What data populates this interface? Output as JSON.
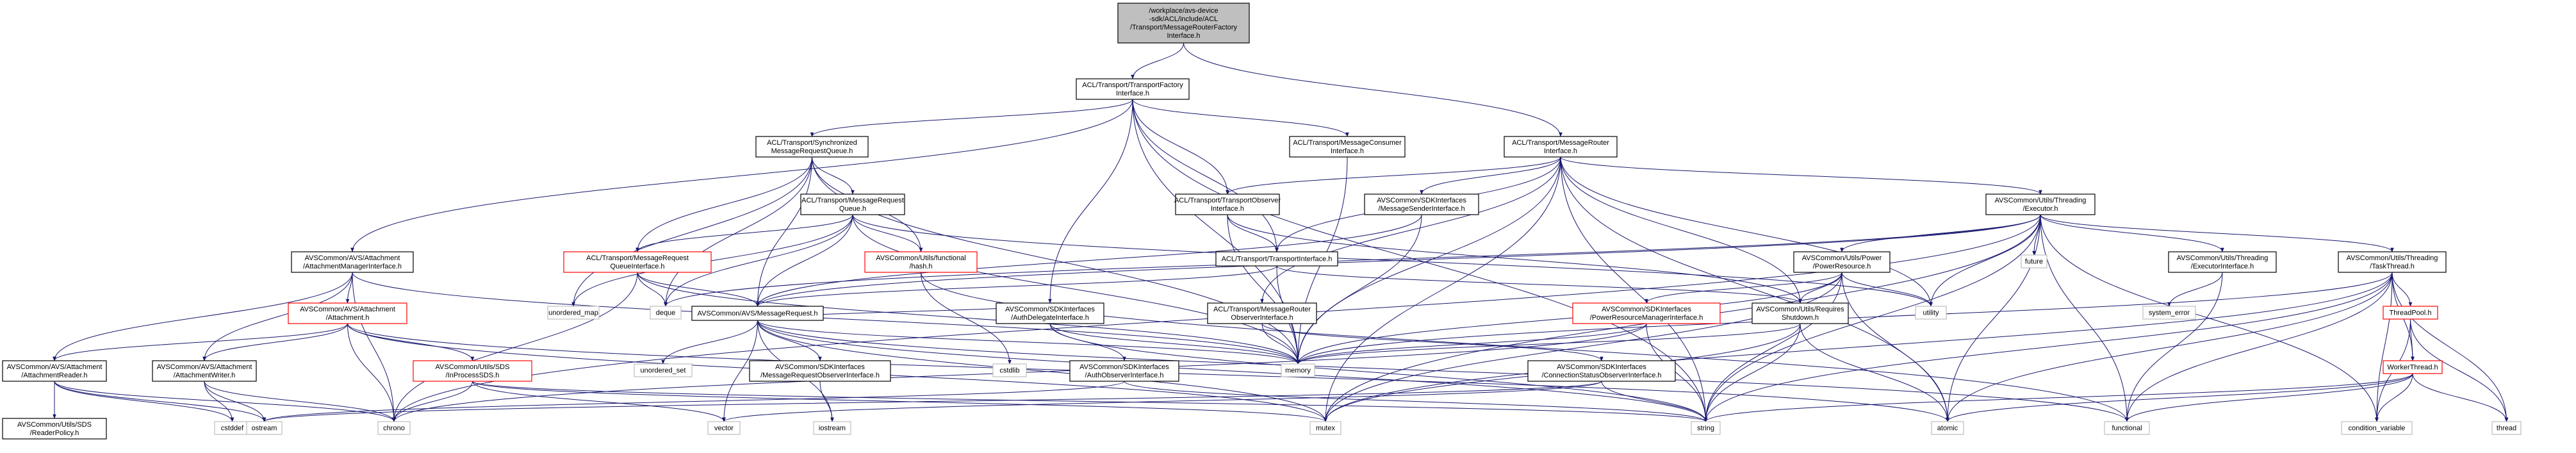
{
  "colors": {
    "edge": "#191970",
    "border_black": "#000000",
    "border_red": "#ff0000",
    "border_gray": "#bfbfbf",
    "root_fill": "#bfbfbf",
    "node_fill": "#ffffff"
  },
  "nodes": [
    {
      "id": "root",
      "lines": [
        "/workplace/avs-device",
        "-sdk/ACL/include/ACL",
        "/Transport/MessageRouterFactory",
        "Interface.h"
      ],
      "style": "root"
    },
    {
      "id": "tfi",
      "lines": [
        "ACL/Transport/TransportFactory",
        "Interface.h"
      ],
      "style": "normal"
    },
    {
      "id": "mri",
      "lines": [
        "ACL/Transport/MessageRouter",
        "Interface.h"
      ],
      "style": "normal"
    },
    {
      "id": "smrq",
      "lines": [
        "ACL/Transport/Synchronized",
        "MessageRequestQueue.h"
      ],
      "style": "normal"
    },
    {
      "id": "mci",
      "lines": [
        "ACL/Transport/MessageConsumer",
        "Interface.h"
      ],
      "style": "normal"
    },
    {
      "id": "ami",
      "lines": [
        "AVSCommon/AVS/Attachment",
        "/AttachmentManagerInterface.h"
      ],
      "style": "normal"
    },
    {
      "id": "mrq",
      "lines": [
        "ACL/Transport/MessageRequest",
        "Queue.h"
      ],
      "style": "normal"
    },
    {
      "id": "toi",
      "lines": [
        "ACL/Transport/TransportObserver",
        "Interface.h"
      ],
      "style": "normal"
    },
    {
      "id": "msi",
      "lines": [
        "AVSCommon/SDKInterfaces",
        "/MessageSenderInterface.h"
      ],
      "style": "normal"
    },
    {
      "id": "exe",
      "lines": [
        "AVSCommon/Utils/Threading",
        "/Executor.h"
      ],
      "style": "normal"
    },
    {
      "id": "mrqi",
      "lines": [
        "ACL/Transport/MessageRequest",
        "QueueInterface.h"
      ],
      "style": "red"
    },
    {
      "id": "hash",
      "lines": [
        "AVSCommon/Utils/functional",
        "/hash.h"
      ],
      "style": "red"
    },
    {
      "id": "ti",
      "lines": [
        "ACL/Transport/TransportInterface.h"
      ],
      "style": "normal"
    },
    {
      "id": "pres",
      "lines": [
        "AVSCommon/Utils/Power",
        "/PowerResource.h"
      ],
      "style": "normal"
    },
    {
      "id": "future",
      "lines": [
        "future"
      ],
      "style": "gray"
    },
    {
      "id": "execi",
      "lines": [
        "AVSCommon/Utils/Threading",
        "/ExecutorInterface.h"
      ],
      "style": "normal"
    },
    {
      "id": "task",
      "lines": [
        "AVSCommon/Utils/Threading",
        "/TaskThread.h"
      ],
      "style": "normal"
    },
    {
      "id": "att",
      "lines": [
        "AVSCommon/AVS/Attachment",
        "/Attachment.h"
      ],
      "style": "red"
    },
    {
      "id": "umap",
      "lines": [
        "unordered_map"
      ],
      "style": "gray"
    },
    {
      "id": "deque",
      "lines": [
        "deque"
      ],
      "style": "gray"
    },
    {
      "id": "msgreq",
      "lines": [
        "AVSCommon/AVS/MessageRequest.h"
      ],
      "style": "normal"
    },
    {
      "id": "adi",
      "lines": [
        "AVSCommon/SDKInterfaces",
        "/AuthDelegateInterface.h"
      ],
      "style": "normal"
    },
    {
      "id": "mroi",
      "lines": [
        "ACL/Transport/MessageRouter",
        "ObserverInterface.h"
      ],
      "style": "normal"
    },
    {
      "id": "prmi",
      "lines": [
        "AVSCommon/SDKInterfaces",
        "/PowerResourceManagerInterface.h"
      ],
      "style": "red"
    },
    {
      "id": "rsd",
      "lines": [
        "AVSCommon/Utils/Requires",
        "Shutdown.h"
      ],
      "style": "normal"
    },
    {
      "id": "utility",
      "lines": [
        "utility"
      ],
      "style": "gray"
    },
    {
      "id": "syserr",
      "lines": [
        "system_error"
      ],
      "style": "gray"
    },
    {
      "id": "tpool",
      "lines": [
        "ThreadPool.h"
      ],
      "style": "red"
    },
    {
      "id": "attr",
      "lines": [
        "AVSCommon/AVS/Attachment",
        "/AttachmentReader.h"
      ],
      "style": "normal"
    },
    {
      "id": "attw",
      "lines": [
        "AVSCommon/AVS/Attachment",
        "/AttachmentWriter.h"
      ],
      "style": "normal"
    },
    {
      "id": "sds",
      "lines": [
        "AVSCommon/Utils/SDS",
        "/InProcessSDS.h"
      ],
      "style": "red"
    },
    {
      "id": "uset",
      "lines": [
        "unordered_set"
      ],
      "style": "gray"
    },
    {
      "id": "mroi2",
      "lines": [
        "AVSCommon/SDKInterfaces",
        "/MessageRequestObserverInterface.h"
      ],
      "style": "normal"
    },
    {
      "id": "cstdlib",
      "lines": [
        "cstdlib"
      ],
      "style": "gray"
    },
    {
      "id": "aoi",
      "lines": [
        "AVSCommon/SDKInterfaces",
        "/AuthObserverInterface.h"
      ],
      "style": "normal"
    },
    {
      "id": "memory",
      "lines": [
        "memory"
      ],
      "style": "gray"
    },
    {
      "id": "csoi",
      "lines": [
        "AVSCommon/SDKInterfaces",
        "/ConnectionStatusObserverInterface.h"
      ],
      "style": "normal"
    },
    {
      "id": "worker",
      "lines": [
        "WorkerThread.h"
      ],
      "style": "red"
    },
    {
      "id": "rpol",
      "lines": [
        "AVSCommon/Utils/SDS",
        "/ReaderPolicy.h"
      ],
      "style": "normal"
    },
    {
      "id": "cstddef",
      "lines": [
        "cstddef"
      ],
      "style": "gray"
    },
    {
      "id": "ostream",
      "lines": [
        "ostream"
      ],
      "style": "gray"
    },
    {
      "id": "chrono",
      "lines": [
        "chrono"
      ],
      "style": "gray"
    },
    {
      "id": "vector",
      "lines": [
        "vector"
      ],
      "style": "gray"
    },
    {
      "id": "iostream",
      "lines": [
        "iostream"
      ],
      "style": "gray"
    },
    {
      "id": "mutex",
      "lines": [
        "mutex"
      ],
      "style": "gray"
    },
    {
      "id": "string",
      "lines": [
        "string"
      ],
      "style": "gray"
    },
    {
      "id": "atomic",
      "lines": [
        "atomic"
      ],
      "style": "gray"
    },
    {
      "id": "functional",
      "lines": [
        "functional"
      ],
      "style": "gray"
    },
    {
      "id": "condvar",
      "lines": [
        "condition_variable"
      ],
      "style": "gray"
    },
    {
      "id": "thread",
      "lines": [
        "thread"
      ],
      "style": "gray"
    }
  ],
  "edges": [
    [
      "root",
      "tfi"
    ],
    [
      "root",
      "mri"
    ],
    [
      "tfi",
      "smrq"
    ],
    [
      "tfi",
      "mci"
    ],
    [
      "tfi",
      "ami"
    ],
    [
      "tfi",
      "toi"
    ],
    [
      "tfi",
      "ti"
    ],
    [
      "tfi",
      "adi"
    ],
    [
      "tfi",
      "memory"
    ],
    [
      "tfi",
      "string"
    ],
    [
      "mri",
      "toi"
    ],
    [
      "mri",
      "msi"
    ],
    [
      "mri",
      "exe"
    ],
    [
      "mri",
      "ti"
    ],
    [
      "mri",
      "mroi"
    ],
    [
      "mri",
      "rsd"
    ],
    [
      "mri",
      "memory"
    ],
    [
      "mri",
      "mutex"
    ],
    [
      "mri",
      "atomic"
    ],
    [
      "mri",
      "string"
    ],
    [
      "mri",
      "utility"
    ],
    [
      "smrq",
      "mrq"
    ],
    [
      "smrq",
      "mrqi"
    ],
    [
      "smrq",
      "hash"
    ],
    [
      "smrq",
      "msgreq"
    ],
    [
      "smrq",
      "umap"
    ],
    [
      "smrq",
      "deque"
    ],
    [
      "smrq",
      "memory"
    ],
    [
      "mci",
      "memory"
    ],
    [
      "ami",
      "att"
    ],
    [
      "ami",
      "attr"
    ],
    [
      "ami",
      "attw"
    ],
    [
      "ami",
      "chrono"
    ],
    [
      "ami",
      "memory"
    ],
    [
      "mrq",
      "mrqi"
    ],
    [
      "mrq",
      "hash"
    ],
    [
      "mrq",
      "msgreq"
    ],
    [
      "mrq",
      "umap"
    ],
    [
      "mrq",
      "deque"
    ],
    [
      "mrq",
      "memory"
    ],
    [
      "mrq",
      "utility"
    ],
    [
      "toi",
      "ti"
    ],
    [
      "toi",
      "rsd"
    ],
    [
      "toi",
      "memory"
    ],
    [
      "msi",
      "msgreq"
    ],
    [
      "msi",
      "memory"
    ],
    [
      "exe",
      "pres"
    ],
    [
      "exe",
      "future"
    ],
    [
      "exe",
      "execi"
    ],
    [
      "exe",
      "task"
    ],
    [
      "exe",
      "deque"
    ],
    [
      "exe",
      "msgreq"
    ],
    [
      "exe",
      "utility"
    ],
    [
      "exe",
      "atomic"
    ],
    [
      "exe",
      "mutex"
    ],
    [
      "exe",
      "functional"
    ],
    [
      "exe",
      "condvar"
    ],
    [
      "exe",
      "chrono"
    ],
    [
      "exe",
      "string"
    ],
    [
      "mrqi",
      "msgreq"
    ],
    [
      "mrqi",
      "deque"
    ],
    [
      "mrqi",
      "memory"
    ],
    [
      "mrqi",
      "chrono"
    ],
    [
      "hash",
      "cstdlib"
    ],
    [
      "hash",
      "functional"
    ],
    [
      "ti",
      "msgreq"
    ],
    [
      "ti",
      "rsd"
    ],
    [
      "ti",
      "memory"
    ],
    [
      "pres",
      "prmi"
    ],
    [
      "pres",
      "rsd"
    ],
    [
      "pres",
      "utility"
    ],
    [
      "pres",
      "string"
    ],
    [
      "pres",
      "mutex"
    ],
    [
      "pres",
      "atomic"
    ],
    [
      "pres",
      "memory"
    ],
    [
      "execi",
      "functional"
    ],
    [
      "execi",
      "syserr"
    ],
    [
      "task",
      "tpool"
    ],
    [
      "task",
      "worker"
    ],
    [
      "task",
      "string"
    ],
    [
      "task",
      "atomic"
    ],
    [
      "task",
      "functional"
    ],
    [
      "task",
      "mutex"
    ],
    [
      "task",
      "condvar"
    ],
    [
      "task",
      "thread"
    ],
    [
      "task",
      "memory"
    ],
    [
      "att",
      "attr"
    ],
    [
      "att",
      "attw"
    ],
    [
      "att",
      "sds"
    ],
    [
      "att",
      "atomic"
    ],
    [
      "att",
      "mutex"
    ],
    [
      "att",
      "chrono"
    ],
    [
      "msgreq",
      "adi"
    ],
    [
      "msgreq",
      "mroi2"
    ],
    [
      "msgreq",
      "uset"
    ],
    [
      "msgreq",
      "vector"
    ],
    [
      "msgreq",
      "iostream"
    ],
    [
      "msgreq",
      "mutex"
    ],
    [
      "msgreq",
      "string"
    ],
    [
      "msgreq",
      "memory"
    ],
    [
      "msgreq",
      "functional"
    ],
    [
      "adi",
      "aoi"
    ],
    [
      "adi",
      "memory"
    ],
    [
      "adi",
      "string"
    ],
    [
      "mroi",
      "csoi"
    ],
    [
      "mroi",
      "memory"
    ],
    [
      "prmi",
      "chrono"
    ],
    [
      "prmi",
      "memory"
    ],
    [
      "prmi",
      "string"
    ],
    [
      "rsd",
      "string"
    ],
    [
      "rsd",
      "mutex"
    ],
    [
      "rsd",
      "atomic"
    ],
    [
      "rsd",
      "memory"
    ],
    [
      "tpool",
      "worker"
    ],
    [
      "tpool",
      "condvar"
    ],
    [
      "tpool",
      "thread"
    ],
    [
      "worker",
      "atomic"
    ],
    [
      "worker",
      "condvar"
    ],
    [
      "worker",
      "thread"
    ],
    [
      "worker",
      "string"
    ],
    [
      "worker",
      "functional"
    ],
    [
      "attr",
      "rpol"
    ],
    [
      "attr",
      "chrono"
    ],
    [
      "attr",
      "cstddef"
    ],
    [
      "attr",
      "ostream"
    ],
    [
      "attw",
      "cstddef"
    ],
    [
      "attw",
      "ostream"
    ],
    [
      "attw",
      "chrono"
    ],
    [
      "sds",
      "vector"
    ],
    [
      "sds",
      "mutex"
    ],
    [
      "sds",
      "string"
    ],
    [
      "sds",
      "chrono"
    ],
    [
      "mroi2",
      "iostream"
    ],
    [
      "aoi",
      "ostream"
    ],
    [
      "aoi",
      "string"
    ],
    [
      "csoi",
      "ostream"
    ],
    [
      "csoi",
      "string"
    ],
    [
      "csoi",
      "vector"
    ]
  ]
}
